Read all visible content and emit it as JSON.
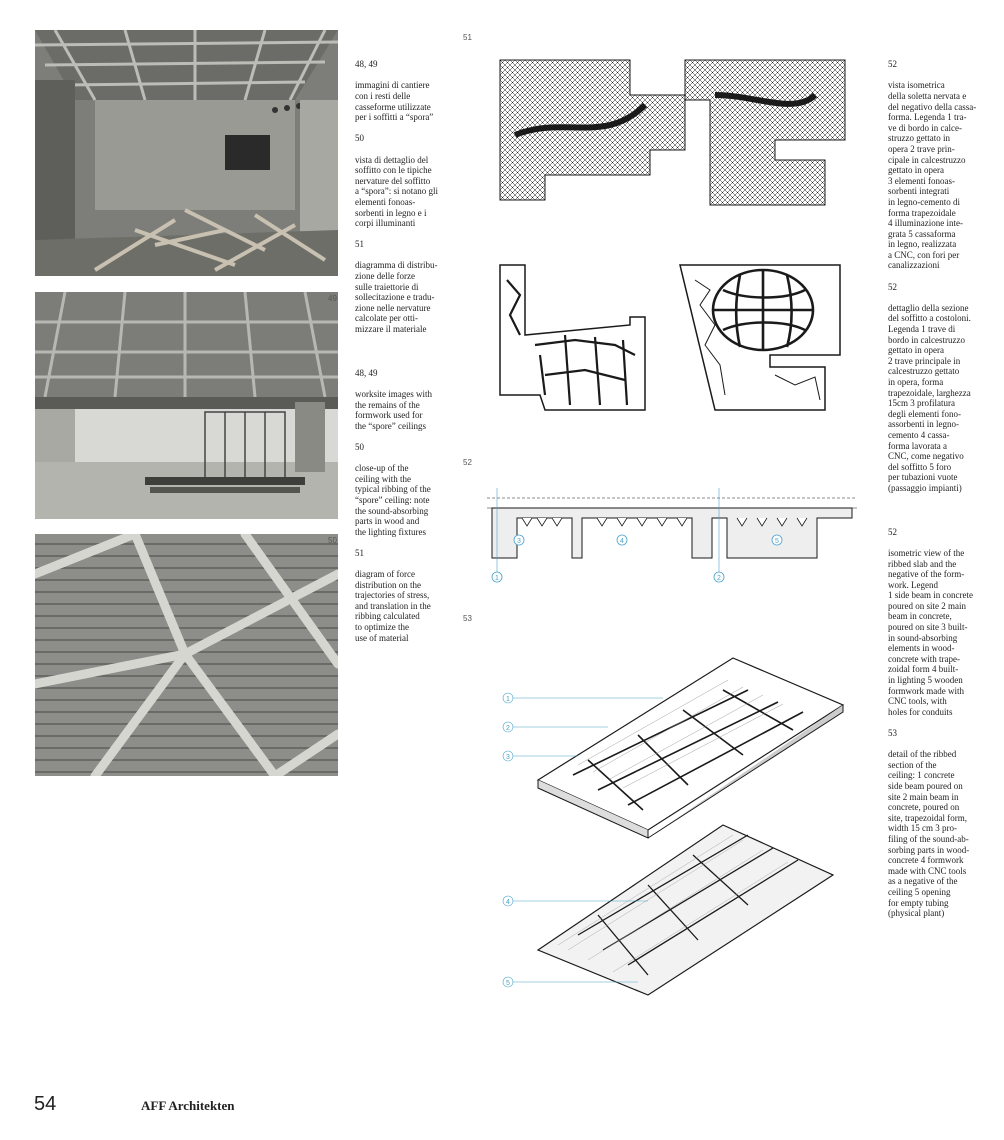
{
  "page": {
    "number": "54",
    "publisher": "AFF Architekten"
  },
  "figure_labels": {
    "f49": "49",
    "f50": "50",
    "f51": "51",
    "f52": "52",
    "f53": "53"
  },
  "captions_left": {
    "it": [
      {
        "num": "48, 49",
        "text": "immagini di cantiere\ncon i resti delle\ncasseforme utilizzate\nper i soffitti a “spora”"
      },
      {
        "num": "50",
        "text": "vista di dettaglio del\nsoffitto con le tipiche\nnervature del soffitto\na “spora”: si notano gli\nelementi fonoas-\nsorbenti in legno e i\ncorpi illuminanti"
      },
      {
        "num": "51",
        "text": "diagramma di distribu-\nzione delle forze\nsulle traiettorie di\nsollecitazione e tradu-\nzione nelle nervature\ncalcolate per otti-\nmizzare il materiale"
      }
    ],
    "en": [
      {
        "num": "48, 49",
        "text": "worksite images with\nthe remains of the\nformwork used for\nthe “spore” ceilings"
      },
      {
        "num": "50",
        "text": "close-up of the\nceiling with the\ntypical ribbing of the\n“spore” ceiling: note\nthe sound-absorbing\nparts in wood and\nthe lighting fixtures"
      },
      {
        "num": "51",
        "text": "diagram of force\ndistribution on the\ntrajectories of stress,\nand translation in the\nribbing calculated\nto optimize the\nuse of material"
      }
    ]
  },
  "captions_right": {
    "it": [
      {
        "num": "52",
        "text": "vista isometrica\ndella soletta nervata e\ndel negativo della cassa-\nforma. Legenda   1 tra-\nve di bordo in calce-\nstruzzo gettato in\nopera   2 trave prin-\ncipale in calcestruzzo\ngettato in opera\n3 elementi fonoas-\nsorbenti integrati\nin legno-cemento di\nforma trapezoidale\n4 illuminazione inte-\ngrata   5 cassaforma\nin legno, realizzata\na CNC, con fori per\ncanalizzazioni"
      },
      {
        "num": "52",
        "text": "dettaglio della sezione\ndel soffitto a costoloni.\nLegenda   1 trave di\nbordo in calcestruzzo\ngettato in opera\n2 trave principale in\ncalcestruzzo gettato\nin opera, forma\ntrapezoidale, larghezza\n15cm   3 profilatura\ndegli elementi fono-\nassorbenti in legno-\ncemento   4 cassa-\nforma lavorata a\nCNC, come negativo\ndel soffitto   5 foro\nper tubazioni vuote\n(passaggio impianti)"
      }
    ],
    "en": [
      {
        "num": "52",
        "text": "isometric view of the\nribbed slab and the\nnegative of the form-\nwork. Legend\n1 side beam in concrete\npoured on site   2 main\nbeam in concrete,\npoured on site   3 built-\nin sound-absorbing\nelements in wood-\nconcrete with trape-\nzoidal form   4 built-\nin lighting   5 wooden\nformwork made with\nCNC tools, with\nholes for conduits"
      },
      {
        "num": "53",
        "text": "detail of the ribbed\nsection of the\nceiling:   1 concrete\nside beam poured on\nsite   2 main beam in\nconcrete, poured on\nsite, trapezoidal form,\nwidth 15 cm   3 pro-\nfiling of the sound-ab-\nsorbing parts in wood-\nconcrete   4 formwork\nmade with CNC tools\nas a negative of the\nceiling   5 opening\nfor empty tubing\n(physical plant)"
      }
    ]
  },
  "section_callouts": [
    "3",
    "4",
    "5",
    "1",
    "2"
  ],
  "iso_callouts": [
    "1",
    "2",
    "3",
    "4",
    "5"
  ],
  "colors": {
    "callout_blue": "#4aa3c8",
    "ink": "#1a1a1a",
    "concrete": "#8f8f8b"
  }
}
